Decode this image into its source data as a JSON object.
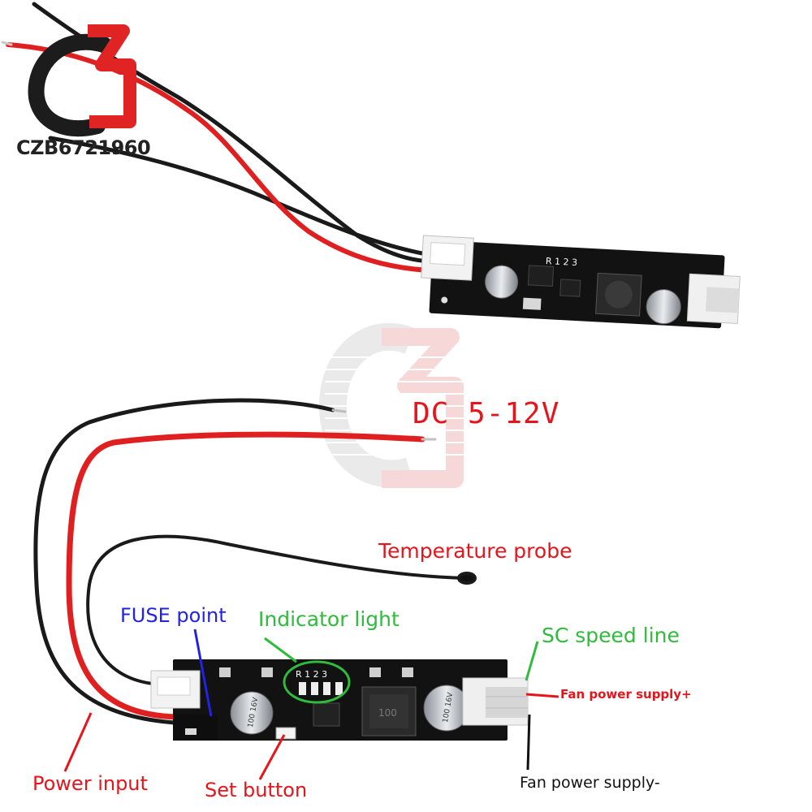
{
  "watermark": {
    "text": "CZB6721960"
  },
  "labels": {
    "voltage": "DC 5-12V",
    "temperature_probe": "Temperature probe",
    "fuse_point": "FUSE point",
    "indicator_light": "Indicator light",
    "sc_speed_line": "SC speed line",
    "fan_power_plus": "Fan power supply+",
    "power_input": "Power input",
    "set_button": "Set button",
    "fan_power_minus": "Fan power supply-"
  },
  "board_markings": {
    "led_header": "R 1 2 3",
    "capacitor_left": "100 16V",
    "capacitor_right": "100 16V",
    "inductor": "100"
  },
  "colors": {
    "red_wire": "#e02020",
    "black_wire": "#1a1a1a",
    "pcb": "#121212",
    "label_red": "#e8141c",
    "label_green": "#2fbb3b",
    "label_blue": "#2323e6"
  }
}
